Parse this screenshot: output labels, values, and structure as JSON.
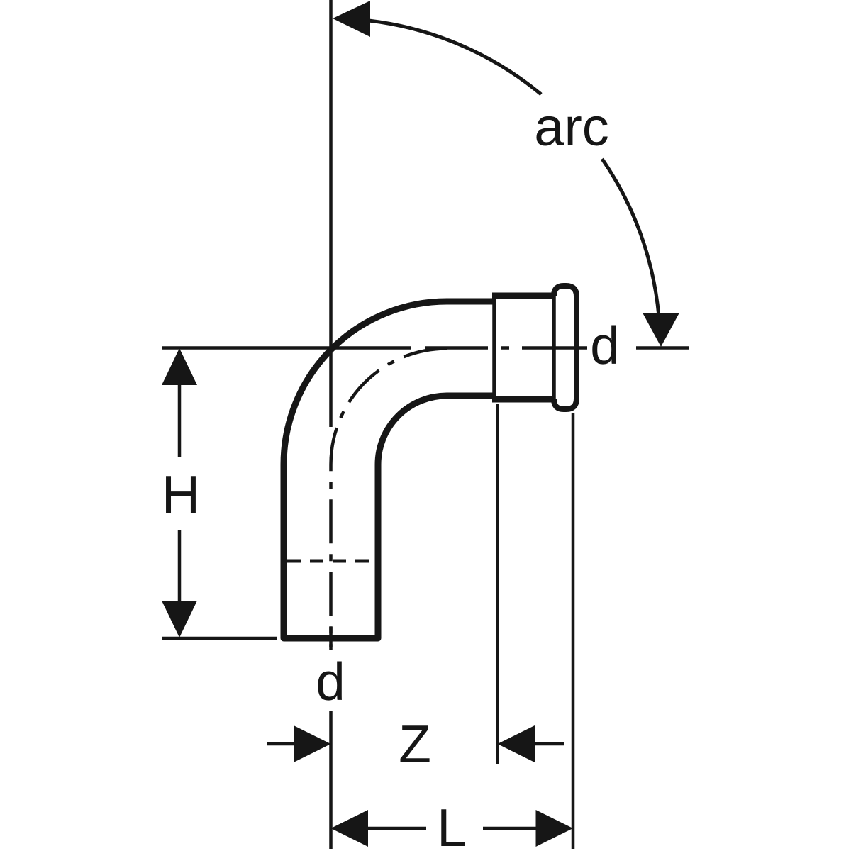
{
  "drawing": {
    "labels": {
      "arc": "arc",
      "d_outlet": "d",
      "d_inlet": "d",
      "h": "H",
      "z": "Z",
      "l": "L"
    },
    "colors": {
      "line": "#161616",
      "background": "#ffffff"
    }
  }
}
